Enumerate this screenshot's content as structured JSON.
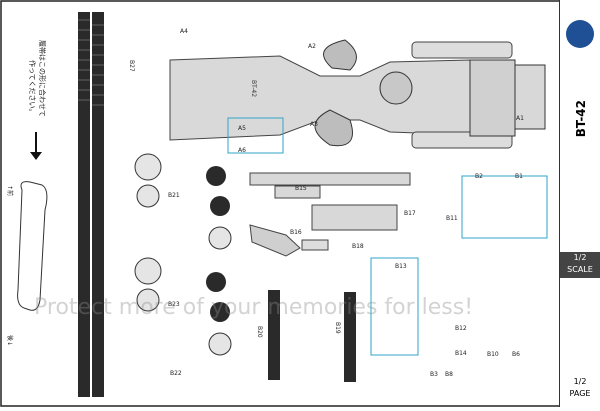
{
  "title": "BT-42",
  "scale_label": "SCALE",
  "scale_value": "1/2",
  "page_label": "PAGE",
  "page_value": "1/2",
  "watermark": "Protect more of your memories for less!",
  "japanese_note_line1": "履帯はこの形に合わせて",
  "japanese_note_line2": "作ってください。",
  "front_label": "↑前",
  "rear_label": "後↓",
  "hull_marking": "BT-42",
  "part_labels": {
    "a1": "A1",
    "a2": "A2",
    "a3": "A3",
    "a4": "A4",
    "a5": "A5",
    "a6": "A6",
    "b1": "B1",
    "b2": "B2",
    "b3": "B3",
    "b6": "B6",
    "b8": "B8",
    "b10": "B10",
    "b11": "B11",
    "b12": "B12",
    "b13": "B13",
    "b14": "B14",
    "b15": "B15",
    "b16": "B16",
    "b17": "B17",
    "b18": "B18",
    "b19": "B19",
    "b20": "B20",
    "b21": "B21",
    "b22": "B22",
    "b23": "B23",
    "b27": "B27"
  },
  "colors": {
    "logo_blue": "#1f4f94",
    "guide_cyan": "#2fa6c9",
    "paper_grey": "#dadada",
    "dark_track": "#2a2a2a"
  }
}
